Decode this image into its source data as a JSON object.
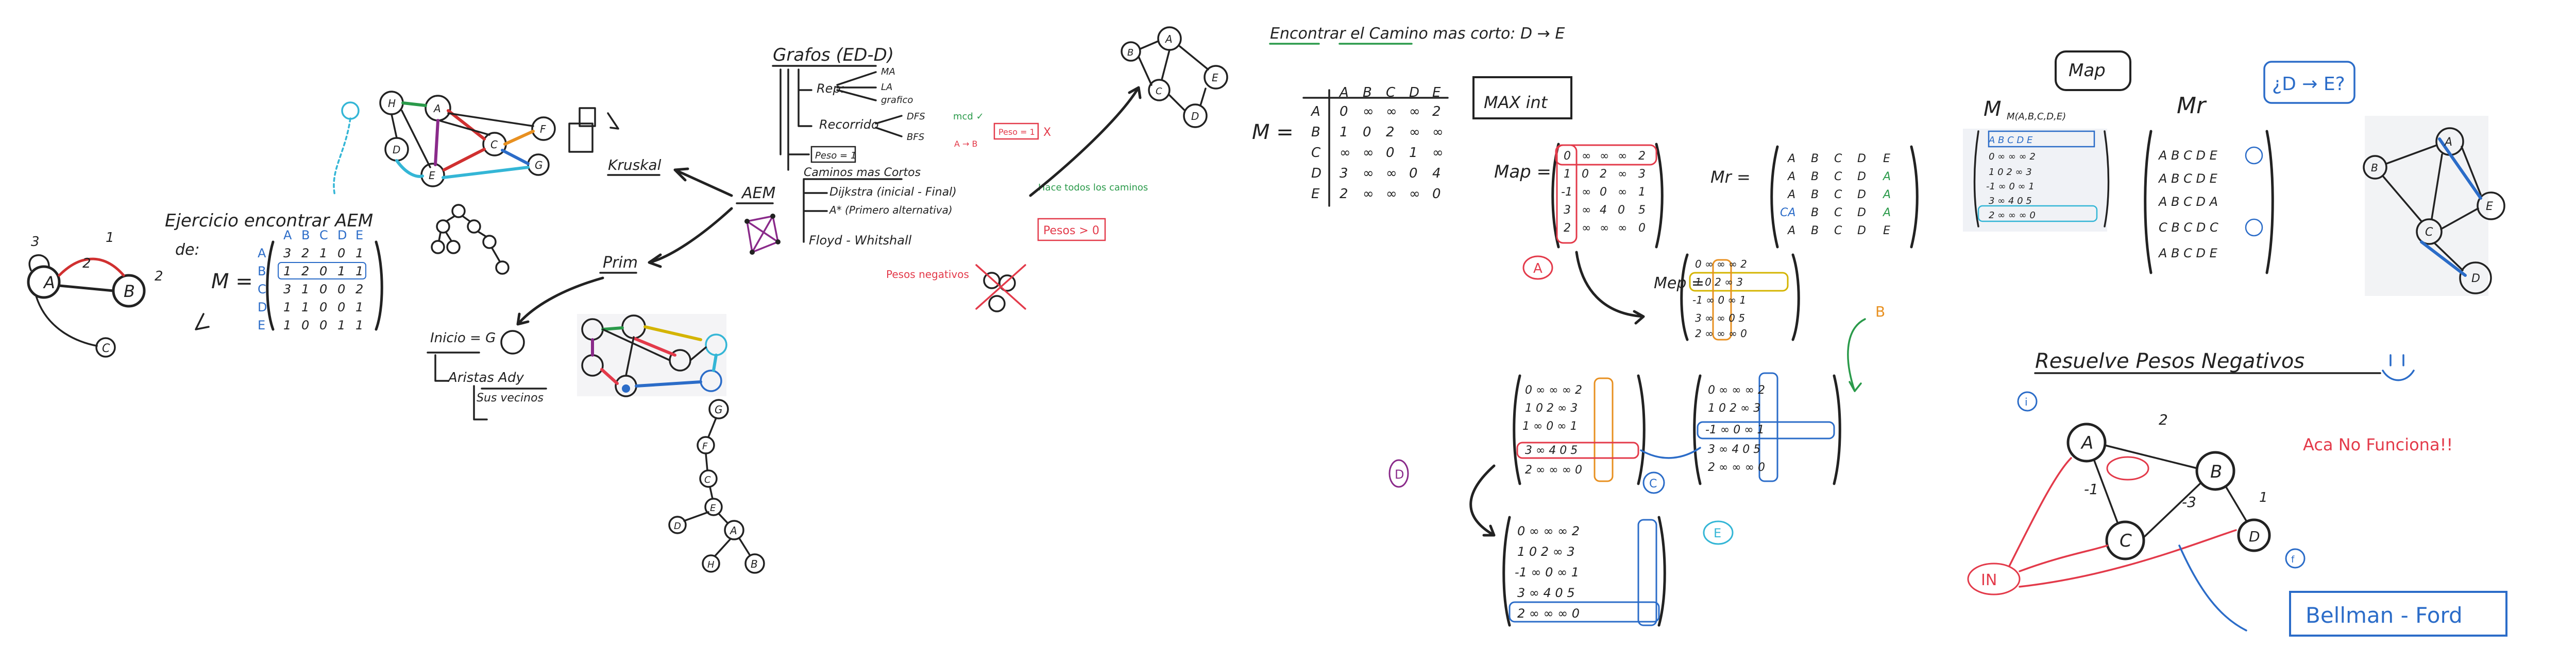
{
  "colors": {
    "ink": "#222222",
    "blue": "#2b6cc8",
    "red": "#e33a4a",
    "green": "#2a9a4a",
    "purple": "#8a2a8a",
    "orange": "#e89020",
    "yellow": "#d4b400",
    "cyan": "#34b6d6"
  },
  "left": {
    "ejercicio_line1": "Ejercicio encontrar AEM",
    "ejercicio_line2": "de:",
    "m_label": "M =",
    "m_cols": [
      "A",
      "B",
      "C",
      "D",
      "E"
    ],
    "m_rows": [
      "A",
      "B",
      "C",
      "D",
      "E"
    ],
    "m_cells": [
      [
        "3",
        "2",
        "1",
        "0",
        "1"
      ],
      [
        "1",
        "2",
        "0",
        "1",
        "1"
      ],
      [
        "3",
        "1",
        "0",
        "0",
        "2"
      ],
      [
        "1",
        "1",
        "0",
        "0",
        "1"
      ],
      [
        "1",
        "0",
        "0",
        "1",
        "1"
      ]
    ],
    "graph_nodes": [
      "A",
      "B",
      "C"
    ],
    "graph_weights": [
      "3",
      "1",
      "2",
      "2"
    ],
    "kruskal": "Kruskal",
    "prim": "Prim",
    "aem": "AEM",
    "inicio": "Inicio = G",
    "aristas": "Aristas Ady",
    "vecinos": "Sus vecinos",
    "tree_nodes": [
      "G",
      "F",
      "C",
      "E",
      "A",
      "D",
      "H",
      "B"
    ]
  },
  "middle": {
    "grafos": "Grafos (ED-D)",
    "rep": "Rep:",
    "rep_items": [
      "MA",
      "LA",
      "grafico"
    ],
    "recorrido": "Recorrido",
    "dfs": "DFS",
    "bfs": "BFS",
    "peso1": "Peso = 1",
    "red_peso1": "Peso = 1",
    "caminos": "Caminos mas Cortos",
    "dijkstra": "Dijkstra (inicial - Final)",
    "astar": "A* (Primero alternativa)",
    "floyd": "Floyd - Whitshall",
    "green_note": "Hace todos los caminos",
    "pesos_pos": "Pesos > 0",
    "pesos_neg": "Pesos negativos",
    "small_graph_nodes": [
      "A",
      "B",
      "C",
      "D",
      "E"
    ]
  },
  "floyd": {
    "title": "Encontrar el Camino mas corto: D → E",
    "m_label": "M =",
    "cols": [
      "A",
      "B",
      "C",
      "D",
      "E"
    ],
    "rows": [
      "A",
      "B",
      "C",
      "D",
      "E"
    ],
    "cells": [
      [
        "0",
        "∞",
        "∞",
        "∞",
        "2"
      ],
      [
        "1",
        "0",
        "2",
        "∞",
        "∞"
      ],
      [
        "∞",
        "∞",
        "0",
        "1",
        "∞"
      ],
      [
        "3",
        "∞",
        "∞",
        "0",
        "4"
      ],
      [
        "2",
        "∞",
        "∞",
        "∞",
        "0"
      ]
    ],
    "max_int": "MAX int",
    "map_label": "Map =",
    "mr_label": "Mr =",
    "map_rows": [
      [
        "0",
        "∞",
        "∞",
        "∞",
        "2"
      ],
      [
        "1",
        "0",
        "2",
        "∞",
        "3"
      ],
      [
        "-1",
        "∞",
        "0",
        "∞",
        "1"
      ],
      [
        "3",
        "∞",
        "4",
        "0",
        "5"
      ],
      [
        "2",
        "∞",
        "∞",
        "∞",
        "0"
      ]
    ],
    "mr_rows": [
      [
        "A",
        "B",
        "C",
        "D",
        "E"
      ],
      [
        "A",
        "B",
        "C",
        "D",
        "A"
      ],
      [
        "A",
        "B",
        "C",
        "D",
        "A"
      ],
      [
        "CA",
        "B",
        "C",
        "D",
        "A"
      ],
      [
        "A",
        "B",
        "C",
        "D",
        "E"
      ]
    ],
    "step_labels": [
      "A",
      "B",
      "C",
      "D",
      "E"
    ],
    "mep_label": "Mep ="
  },
  "right": {
    "map_box": "Map",
    "map_sub": "M(A,B,C,D,E)",
    "mr_head": "Mr",
    "question": "¿D → E?",
    "resuelve": "Resuelve Pesos Negativos",
    "aca_no": "Aca No Funciona!!",
    "in_label": "IN",
    "bellman": "Bellman - Ford",
    "neg_nodes": [
      "A",
      "B",
      "C",
      "D"
    ],
    "neg_weights": [
      "2",
      "-1",
      "-3",
      "1"
    ],
    "right_graph_nodes": [
      "A",
      "B",
      "C",
      "D",
      "E"
    ]
  }
}
